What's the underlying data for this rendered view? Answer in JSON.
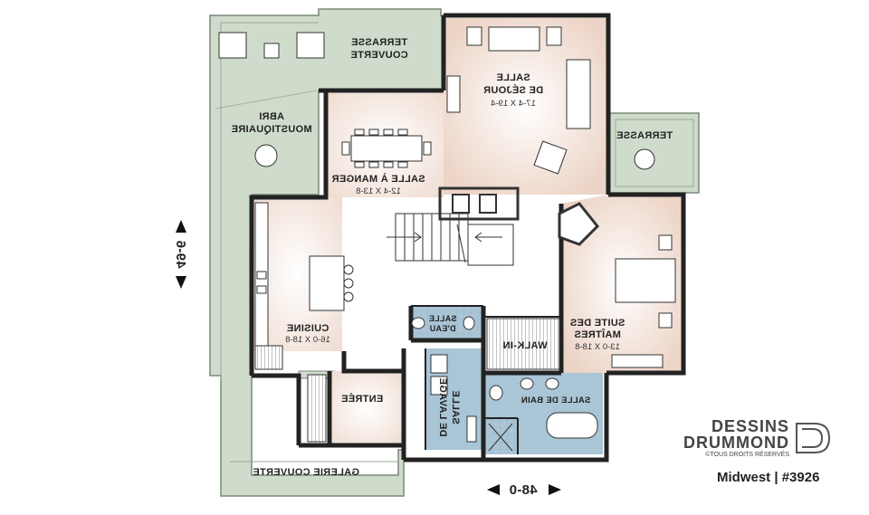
{
  "rooms": {
    "terrasse_couverte": {
      "line1": "TERRASSE",
      "line2": "COUVERTE"
    },
    "salle_sejour": {
      "line1": "SALLE",
      "line2": "DE SÉJOUR",
      "dims": "17-4 X 19-4"
    },
    "abri": {
      "line1": "ABRI",
      "line2": "MOUSTIQUAIRE"
    },
    "terrasse": {
      "line1": "TERRASSE"
    },
    "salle_manger": {
      "line1": "SALLE À MANGER",
      "dims": "12-4 X 13-8"
    },
    "cuisine": {
      "line1": "CUISINE",
      "dims": "16-0 X 18-8"
    },
    "salle_eau": {
      "line1": "SALLE",
      "line2": "D'EAU"
    },
    "walk_in": {
      "line1": "WALK-IN"
    },
    "suite": {
      "line1": "SUITE DES",
      "line2": "MAÎTRES",
      "dims": "13-0 X 18-8"
    },
    "entree": {
      "line1": "ENTRÉE"
    },
    "lavage": {
      "line1": "SALLE",
      "line2": "DE LAVAGE"
    },
    "salle_bain": {
      "line1": "SALLE DE BAIN"
    },
    "galerie": {
      "line1": "GALERIE COUVERTE"
    }
  },
  "dimensions": {
    "width": "48-0",
    "depth": "49-6"
  },
  "branding": {
    "line1": "DESSINS",
    "line2": "DRUMMOND",
    "rights": "©TOUS DROITS RÉSERVÉS",
    "model": "Midwest | #3926"
  },
  "colors": {
    "porch": "#cfdccb",
    "living": "#ecd4c6",
    "wet": "#a9c5d6",
    "wall": "#222222"
  }
}
